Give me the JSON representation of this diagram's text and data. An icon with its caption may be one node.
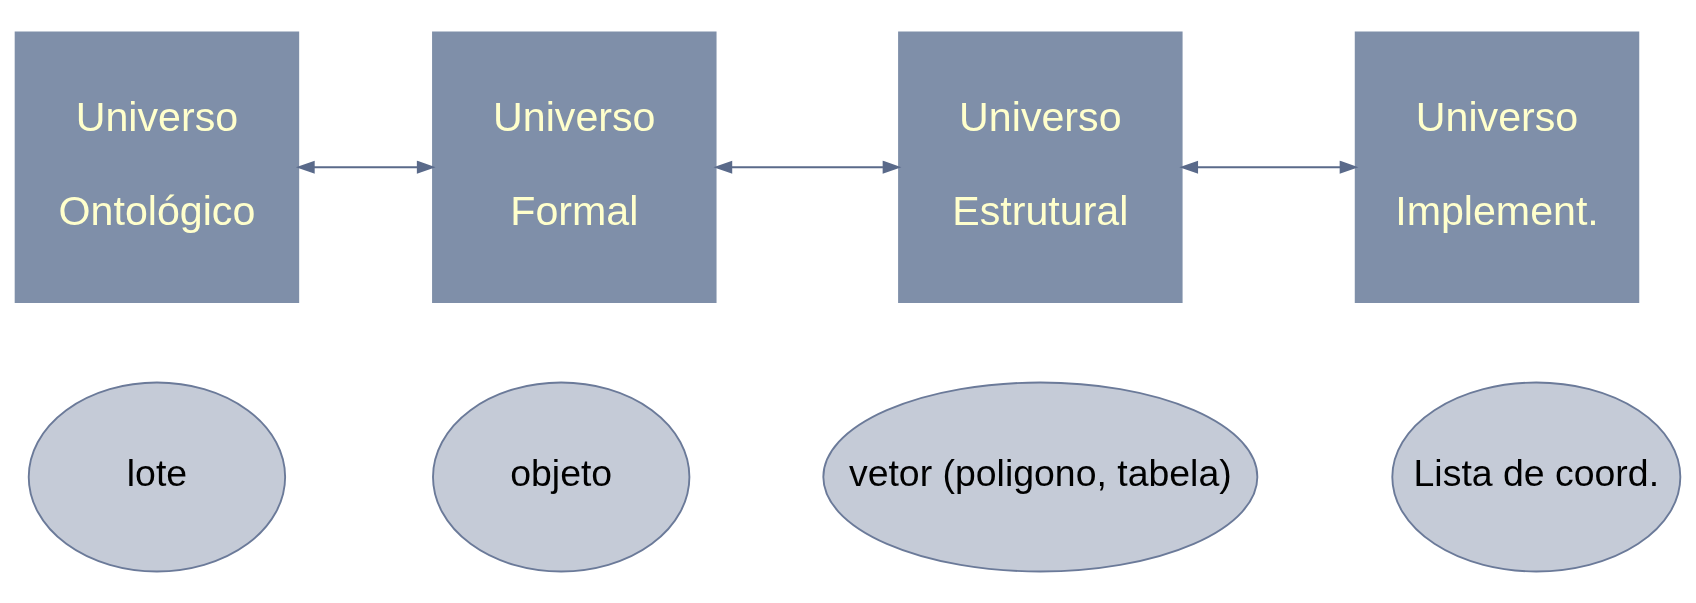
{
  "diagram": {
    "nodes": [
      {
        "text": [
          "Universo Ontológico"
        ]
      },
      {
        "text": [
          "Universo Formal"
        ]
      },
      {
        "text": [
          "Universo Estrutural"
        ]
      },
      {
        "text": [
          "Universo Implement."
        ]
      },
      {
        "text": [
          "lote"
        ]
      },
      {
        "text": [
          "objeto"
        ]
      },
      {
        "text": [
          "vetor (poligono, tabela)"
        ]
      },
      {
        "text": [
          "Lista de coord."
        ]
      }
    ],
    "edges": [
      {
        "from": 0,
        "to": 1,
        "arrow": "both"
      },
      {
        "from": 1,
        "to": 2,
        "arrow": "both"
      },
      {
        "from": 2,
        "to": 3,
        "arrow": "both"
      }
    ]
  }
}
